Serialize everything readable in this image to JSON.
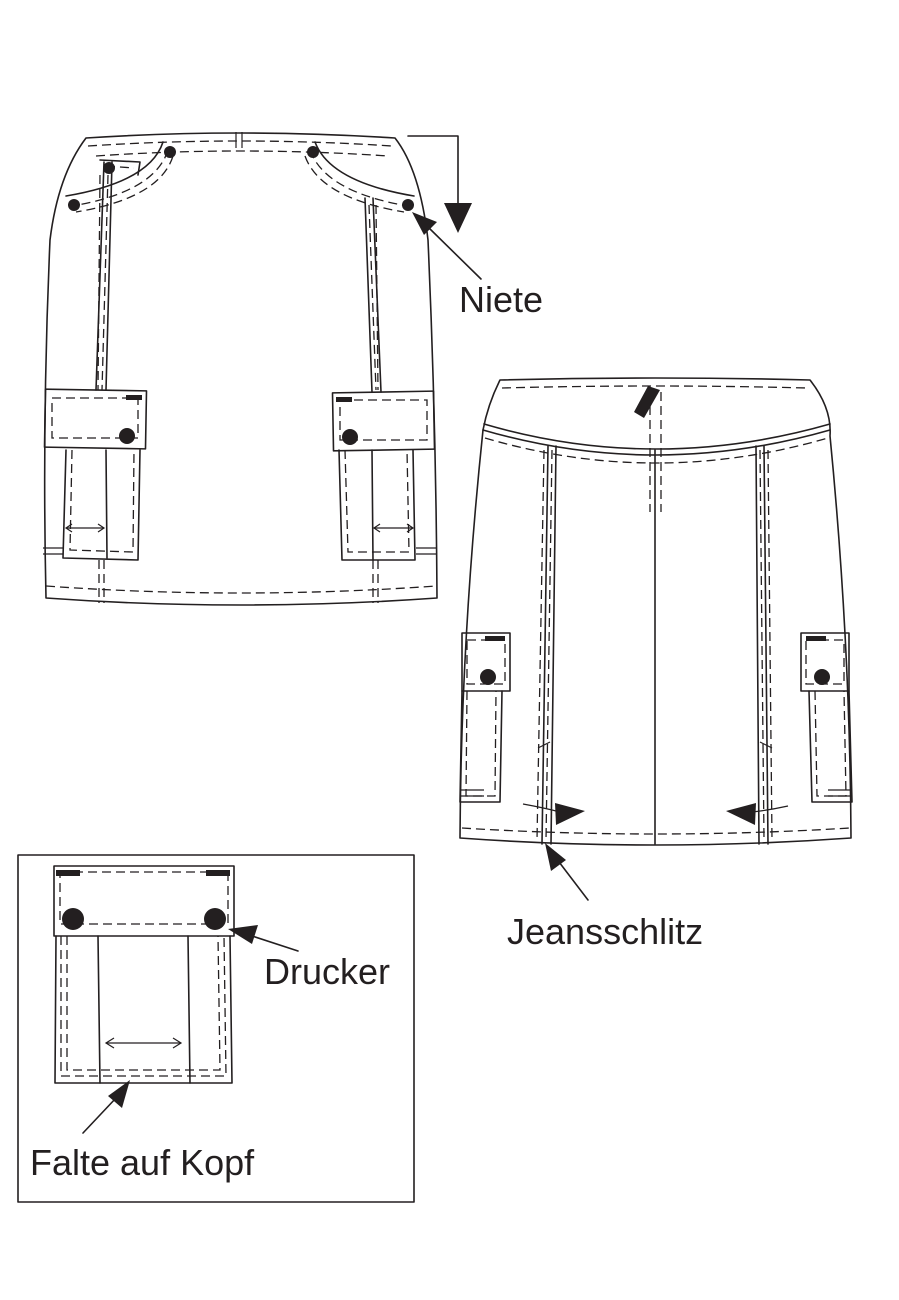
{
  "labels": {
    "rivet": "Niete",
    "jeans_slit": "Jeansschlitz",
    "snap": "Drucker",
    "box_pleat": "Falte auf Kopf"
  }
}
